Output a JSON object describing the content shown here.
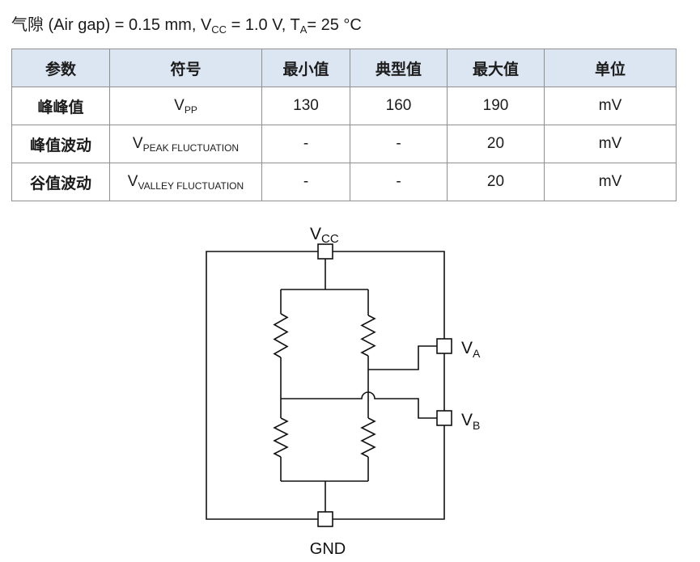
{
  "conditions": {
    "air_gap_cn": "气隙",
    "air_gap_text": " (Air gap) = 0.15 mm, V",
    "vcc_sub": "CC",
    "vcc_text": " = 1.0 V, T",
    "ta_sub": "A",
    "ta_text": "= 25 °C"
  },
  "table": {
    "header_color": "#dce6f2",
    "border_color": "#8f8f8f",
    "headers": [
      "参数",
      "符号",
      "最小值",
      "典型值",
      "最大值",
      "单位"
    ],
    "rows": [
      {
        "param": "峰峰值",
        "symbol": "V",
        "symbol_sub": "PP",
        "min": "130",
        "typ": "160",
        "max": "190",
        "unit": "mV"
      },
      {
        "param": "峰值波动",
        "symbol": "V",
        "symbol_sub": "PEAK FLUCTUATION",
        "min": "-",
        "typ": "-",
        "max": "20",
        "unit": "mV"
      },
      {
        "param": "谷值波动",
        "symbol": "V",
        "symbol_sub": "VALLEY FLUCTUATION",
        "min": "-",
        "typ": "-",
        "max": "20",
        "unit": "mV"
      }
    ]
  },
  "circuit": {
    "vcc": {
      "main": "V",
      "sub": "CC"
    },
    "va": {
      "main": "V",
      "sub": "A"
    },
    "vb": {
      "main": "V",
      "sub": "B"
    },
    "gnd": "GND"
  }
}
